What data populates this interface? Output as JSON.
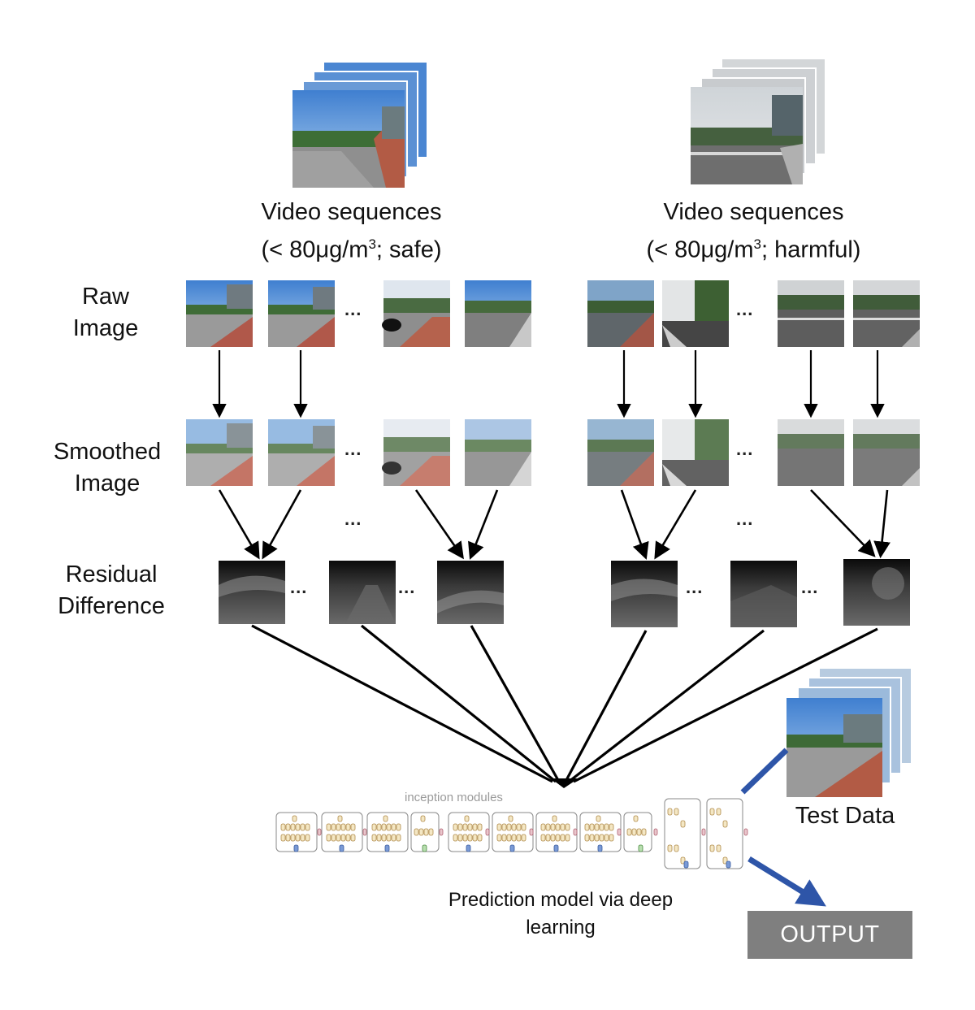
{
  "left_stack": {
    "title_line1": "Video sequences",
    "title_line2_pre": "(< 80μg/m",
    "title_line2_sup": "3",
    "title_line2_post": "; safe)"
  },
  "right_stack": {
    "title_line1": "Video sequences",
    "title_line2_pre": "(< 80μg/m",
    "title_line2_sup": "3",
    "title_line2_post": "; harmful)"
  },
  "rows": {
    "raw": {
      "line1": "Raw",
      "line2": "Image"
    },
    "smoothed": {
      "line1": "Smoothed",
      "line2": "Image"
    },
    "residual": {
      "line1": "Residual",
      "line2": "Difference"
    }
  },
  "ellipsis": "...",
  "model": {
    "inception_label": "inception modules",
    "caption_line1": "Prediction model via deep",
    "caption_line2": "learning"
  },
  "test_data_label": "Test Data",
  "output_label": "OUTPUT"
}
